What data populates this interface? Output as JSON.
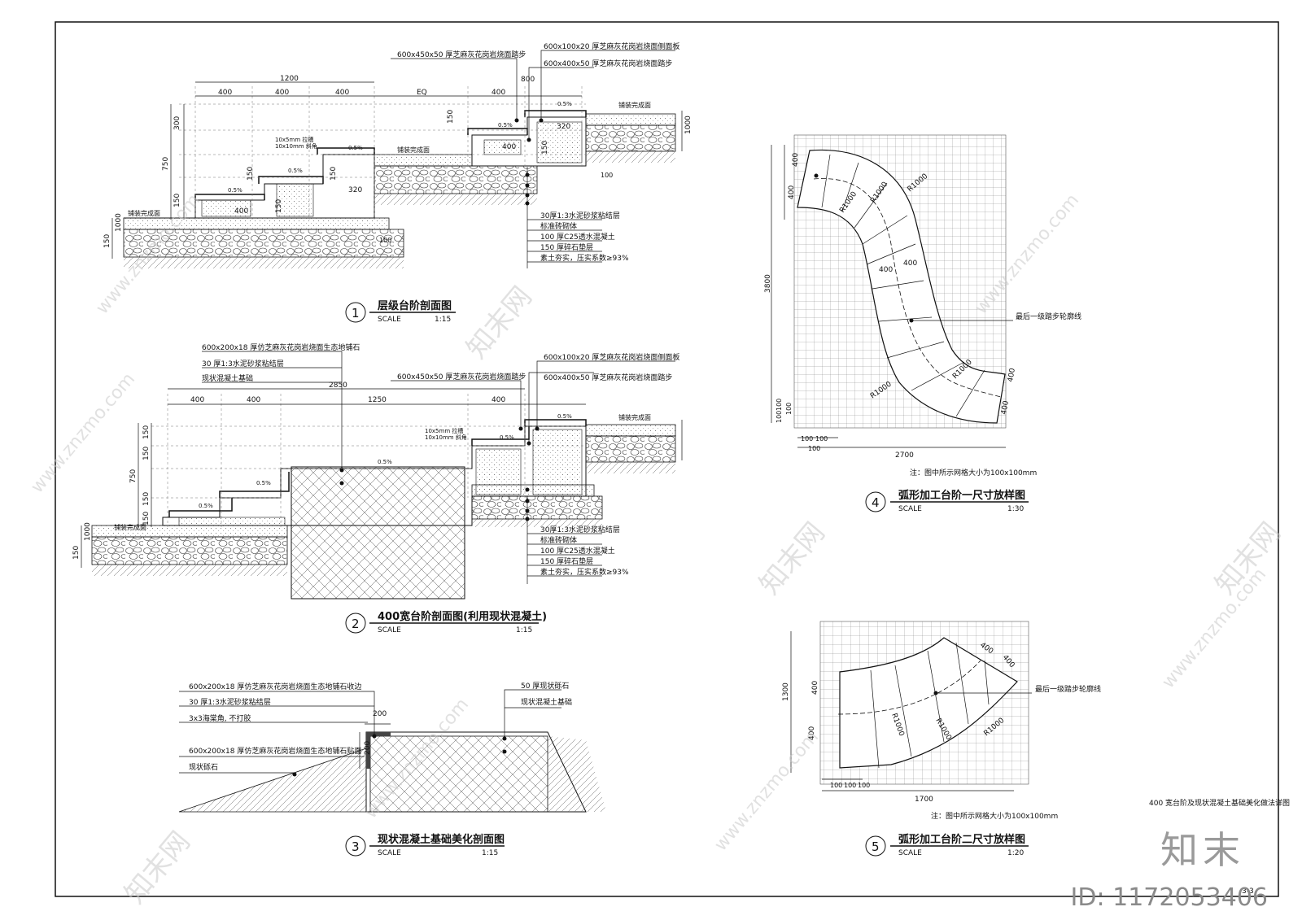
{
  "sheet": {
    "title": "400 宽台阶及现状混凝土基础美化做法详图",
    "page_number": "3-3"
  },
  "watermark": {
    "brand": "知末",
    "site": "www.znzmo.com",
    "cn": "知末网",
    "id": "ID: 1172053406"
  },
  "drawing1": {
    "number": "1",
    "title": "层级台阶剖面图",
    "scale_label": "SCALE",
    "scale": "1:15",
    "dims_top": [
      "1200",
      "400",
      "400",
      "400",
      "EQ",
      "400",
      "800"
    ],
    "dims_left": [
      "300",
      "750",
      "150",
      "1000",
      "150"
    ],
    "dims_misc": [
      "150",
      "150",
      "150",
      "150",
      "150",
      "320",
      "320",
      "400",
      "400",
      "100",
      "100",
      "1000"
    ],
    "labels_top": [
      "600x100x20 厚芝麻灰花岗岩烧面侧面板",
      "600x450x50 厚芝麻灰花岗岩烧面踏步",
      "600x400x50 厚芝麻灰花岗岩烧面踏步"
    ],
    "slopes": [
      "0.5%",
      "0.5%",
      "0.5%",
      "0.5%",
      "0.5%"
    ],
    "notes": [
      "10x5mm 拉槽",
      "10x10mm 斜角"
    ],
    "finished": [
      "铺装完成面",
      "铺装完成面",
      "铺装完成面"
    ],
    "layers": [
      "30厚1:3水泥砂浆粘结层",
      "标准砖砌体",
      "100 厚C25透水混凝土",
      "150 厚碎石垫层",
      "素土夯实，压实系数≥93%"
    ]
  },
  "drawing2": {
    "number": "2",
    "title": "400宽台阶剖面图(利用现状混凝土)",
    "scale_label": "SCALE",
    "scale": "1:15",
    "dims_top": [
      "2850",
      "400",
      "400",
      "1250",
      "400"
    ],
    "dims_left": [
      "150",
      "150",
      "750",
      "150",
      "150",
      "1000",
      "150"
    ],
    "labels_left": [
      "600x200x18 厚仿芝麻灰花岗岩烧面生态地铺石",
      "30 厚1:3水泥砂浆粘结层",
      "现状混凝土基础"
    ],
    "labels_top": [
      "600x100x20 厚芝麻灰花岗岩烧面侧面板",
      "600x450x50 厚芝麻灰花岗岩烧面踏步",
      "600x400x50 厚芝麻灰花岗岩烧面踏步"
    ],
    "slopes": [
      "0.5%",
      "0.5%",
      "0.5%",
      "0.5%",
      "0.5%"
    ],
    "notes": [
      "10x5mm 拉槽",
      "10x10mm 斜角"
    ],
    "finished": [
      "铺装完成面",
      "铺装完成面"
    ],
    "layers": [
      "30厚1:3水泥砂浆粘结层",
      "标准砖砌体",
      "100 厚C25透水混凝土",
      "150 厚碎石垫层",
      "素土夯实，压实系数≥93%"
    ]
  },
  "drawing3": {
    "number": "3",
    "title": "现状混凝土基础美化剖面图",
    "scale_label": "SCALE",
    "scale": "1:15",
    "labels_left": [
      "600x200x18 厚仿芝麻灰花岗岩烧面生态地铺石收边",
      "30 厚1:3水泥砂浆粘结层",
      "3x3海棠角, 不打胶",
      "600x200x18 厚仿芝麻灰花岗岩烧面生态地铺石贴面",
      "现状砾石"
    ],
    "labels_right": [
      "50 厚现状砾石",
      "现状混凝土基础"
    ],
    "dims": [
      "200",
      "200"
    ]
  },
  "drawing4": {
    "number": "4",
    "title": "弧形加工台阶一尺寸放样图",
    "scale_label": "SCALE",
    "scale": "1:30",
    "radii": [
      "R1000",
      "R1000",
      "R1000",
      "R1000",
      "R1000"
    ],
    "dims": [
      "400",
      "400",
      "3800",
      "100",
      "100",
      "100",
      "100",
      "100",
      "100",
      "2700",
      "400",
      "400",
      "400",
      "400"
    ],
    "callout": "最后一级踏步轮廓线",
    "note": "注：图中所示网格大小为100x100mm"
  },
  "drawing5": {
    "number": "5",
    "title": "弧形加工台阶二尺寸放样图",
    "scale_label": "SCALE",
    "scale": "1:20",
    "radii": [
      "R1000",
      "R1000",
      "R1000"
    ],
    "dims": [
      "400",
      "400",
      "400",
      "400",
      "1300",
      "100",
      "100",
      "100",
      "1700"
    ],
    "callout": "最后一级踏步轮廓线",
    "note": "注：图中所示网格大小为100x100mm"
  }
}
